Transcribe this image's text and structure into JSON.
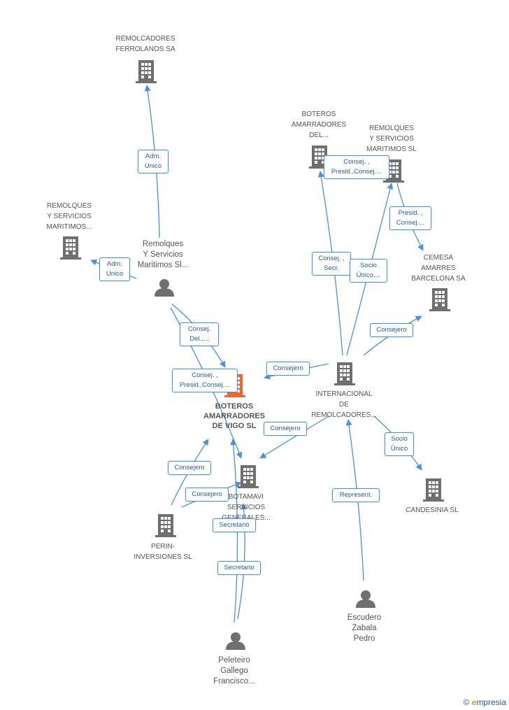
{
  "nodes": {
    "remolcadores_ferrolanos": "REMOLCADORES\nFERROLANOS SA",
    "remolques_left": "REMOLQUES\nY SERVICIOS\nMARITIMOS...",
    "remolques_person": "Remolques\nY Servicios\nMaritimos Sl...",
    "boteros_top": "BOTEROS\nAMARRADORES\nDEL...",
    "remolques_right": "REMOLQUES\nY SERVICIOS\nMARITIMOS  SL",
    "cemesa": "CEMESA\nAMARRES\nBARCELONA SA",
    "internacional": "INTERNACIONAL\nDE\nREMOLCADORES...",
    "boteros_main": "BOTEROS\nAMARRADORES\nDE VIGO SL",
    "botamavi": "BOTAMAVI\nSERVICIOS\nGENERALES...",
    "perin": "PERIN-\nINVERSIONES SL",
    "candesinia": "CANDESINIA SL",
    "escudero": "Escudero\nZabala\nPedro",
    "peleteiro": "Peleteiro\nGallego\nFrancisco..."
  },
  "edge_labels": {
    "adm_unico_top": "Adm.\nUnico",
    "adm_unico_left": "Adm.\nUnico",
    "consej_del": "Consej.\nDel.,...",
    "consej_presid_main": "Consej. ,\nPresid.,Consej....",
    "consejero_intl_main": "Consejero",
    "consej_presid_top": "Consej. ,\nPresid.,Consej....",
    "presid_consej": "Presid. ,\nConsej....",
    "consej_secr": "Consej. ,\nSecr.",
    "socio_unico_top": "Socio\nÚnico,...",
    "consejero_cemesa": "Consejero",
    "consejero_botamavi": "Consejero",
    "socio_unico_cand": "Socio\nÚnico",
    "represent": "Represent.",
    "consejero_perin1": "Consejero",
    "consejero_perin2": "Consejero",
    "secretario1": "Secretario",
    "secretario2": "Secretario"
  },
  "footer": {
    "copyright": "©",
    "brand_e": "e",
    "brand_rest": "mpresia"
  },
  "colors": {
    "edge": "#4a90e2",
    "building": "#6f6f6f",
    "main_building": "#f26430",
    "person": "#6f6f6f"
  }
}
